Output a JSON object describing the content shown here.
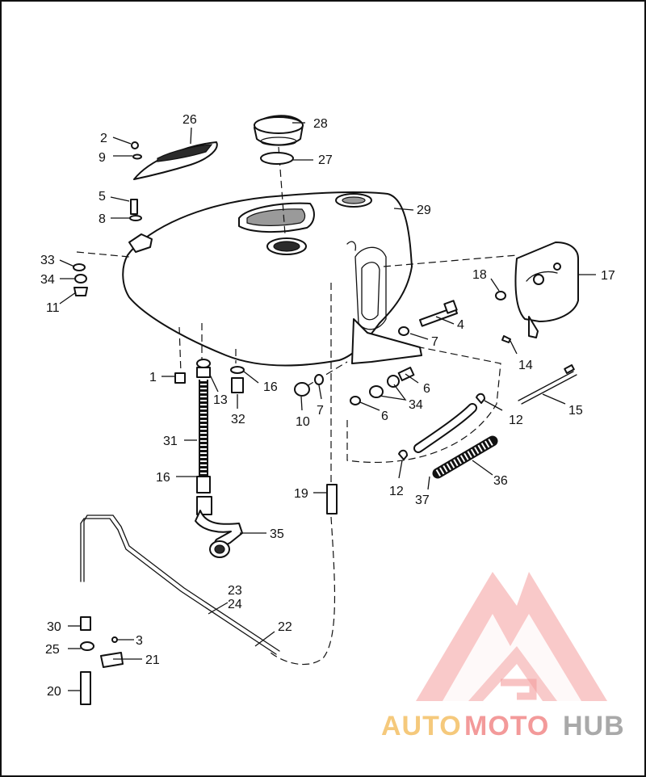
{
  "diagram": {
    "callouts": [
      {
        "id": "c-2",
        "text": "2"
      },
      {
        "id": "c-9",
        "text": "9"
      },
      {
        "id": "c-26",
        "text": "26"
      },
      {
        "id": "c-28",
        "text": "28"
      },
      {
        "id": "c-27",
        "text": "27"
      },
      {
        "id": "c-5",
        "text": "5"
      },
      {
        "id": "c-8",
        "text": "8"
      },
      {
        "id": "c-29",
        "text": "29"
      },
      {
        "id": "c-33",
        "text": "33"
      },
      {
        "id": "c-34a",
        "text": "34"
      },
      {
        "id": "c-11",
        "text": "11"
      },
      {
        "id": "c-18",
        "text": "18"
      },
      {
        "id": "c-17",
        "text": "17"
      },
      {
        "id": "c-4",
        "text": "4"
      },
      {
        "id": "c-7a",
        "text": "7"
      },
      {
        "id": "c-14",
        "text": "14"
      },
      {
        "id": "c-1",
        "text": "1"
      },
      {
        "id": "c-13",
        "text": "13"
      },
      {
        "id": "c-16a",
        "text": "16"
      },
      {
        "id": "c-32",
        "text": "32"
      },
      {
        "id": "c-10",
        "text": "10"
      },
      {
        "id": "c-7b",
        "text": "7"
      },
      {
        "id": "c-6a",
        "text": "6"
      },
      {
        "id": "c-34b",
        "text": "34"
      },
      {
        "id": "c-6b",
        "text": "6"
      },
      {
        "id": "c-12a",
        "text": "12"
      },
      {
        "id": "c-15",
        "text": "15"
      },
      {
        "id": "c-31",
        "text": "31"
      },
      {
        "id": "c-16b",
        "text": "16"
      },
      {
        "id": "c-19",
        "text": "19"
      },
      {
        "id": "c-12b",
        "text": "12"
      },
      {
        "id": "c-37",
        "text": "37"
      },
      {
        "id": "c-36",
        "text": "36"
      },
      {
        "id": "c-35",
        "text": "35"
      },
      {
        "id": "c-23",
        "text": "23"
      },
      {
        "id": "c-24",
        "text": "24"
      },
      {
        "id": "c-22",
        "text": "22"
      },
      {
        "id": "c-30",
        "text": "30"
      },
      {
        "id": "c-3",
        "text": "3"
      },
      {
        "id": "c-25",
        "text": "25"
      },
      {
        "id": "c-21",
        "text": "21"
      },
      {
        "id": "c-20",
        "text": "20"
      }
    ]
  },
  "watermark": {
    "part1": "AUTO",
    "part2": "MOTO",
    "part3": "HUB",
    "colors": {
      "auto": "#f5c97c",
      "moto": "#f39a9a",
      "hub": "#a9a9a9",
      "logo": "#f28a8a"
    }
  }
}
